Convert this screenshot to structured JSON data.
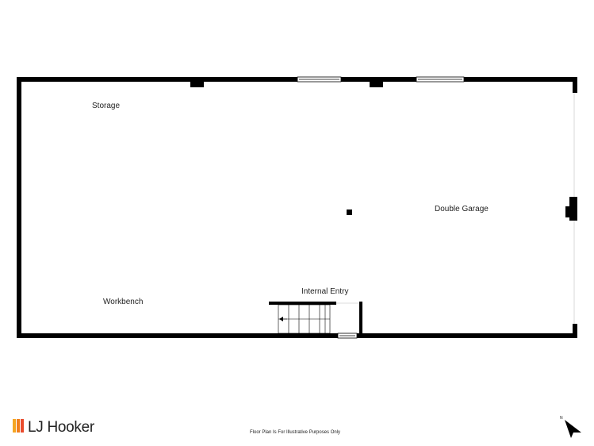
{
  "rooms": {
    "storage": "Storage",
    "double_garage": "Double Garage",
    "workbench": "Workbench",
    "internal_entry": "Internal Entry"
  },
  "footer": {
    "disclaimer": "Floor Plan Is For Illustrative Purposes Only"
  },
  "brand": {
    "name": "LJ Hooker",
    "colors": [
      "#f5a623",
      "#f07f1d",
      "#e94b2c"
    ]
  },
  "compass": {
    "label": "N"
  }
}
